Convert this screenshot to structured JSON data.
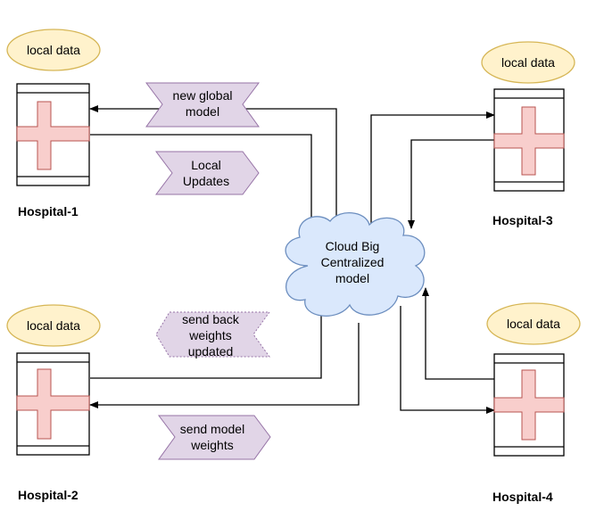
{
  "cloud": {
    "line1": "Cloud Big",
    "line2": "Centralized",
    "line3": "model"
  },
  "hospitals": [
    {
      "name": "Hospital-1",
      "local_data": "local data"
    },
    {
      "name": "Hospital-2",
      "local_data": "local data"
    },
    {
      "name": "Hospital-3",
      "local_data": "local data"
    },
    {
      "name": "Hospital-4",
      "local_data": "local data"
    }
  ],
  "tags": {
    "new_global_model": {
      "line1": "new global",
      "line2": "model"
    },
    "local_updates": {
      "line1": "Local",
      "line2": "Updates"
    },
    "send_back_weights": {
      "line1": "send back",
      "line2": "weights",
      "line3": "updated"
    },
    "send_model_weights": {
      "line1": "send model",
      "line2": "weights"
    }
  },
  "colors": {
    "local_data_fill": "#fff2cc",
    "local_data_stroke": "#d6b656",
    "cross_fill": "#f8cecc",
    "cross_stroke": "#b85450",
    "cloud_fill": "#dae8fc",
    "cloud_stroke": "#6c8ebf",
    "tag_fill": "#e1d5e7",
    "tag_stroke": "#9673a6"
  }
}
